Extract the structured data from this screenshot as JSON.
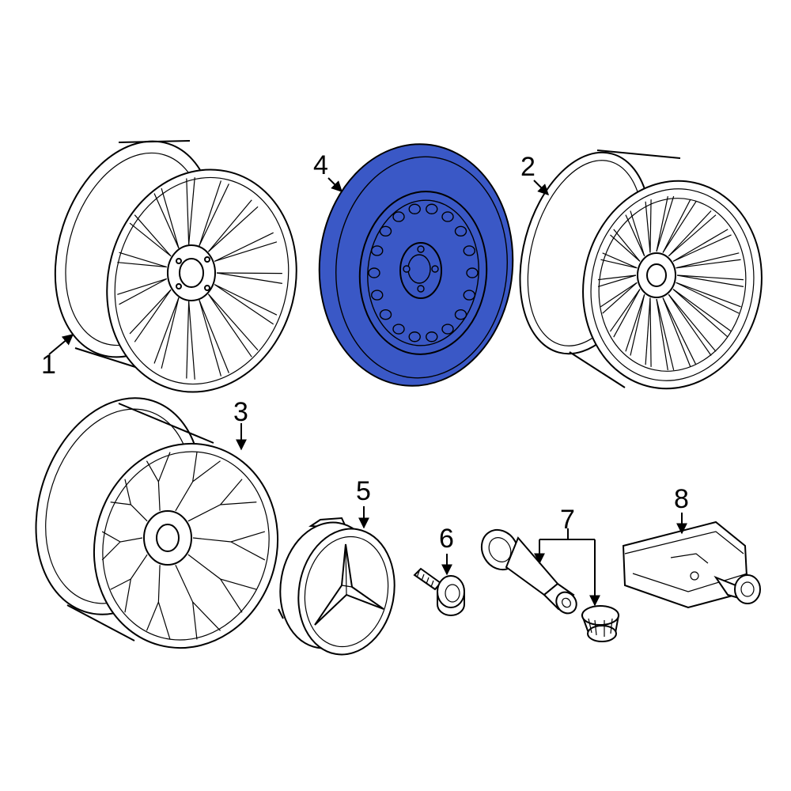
{
  "diagram": {
    "highlight_color": "#3a58c6",
    "callouts": [
      {
        "id": "1",
        "label": "1"
      },
      {
        "id": "2",
        "label": "2"
      },
      {
        "id": "3",
        "label": "3"
      },
      {
        "id": "4",
        "label": "4"
      },
      {
        "id": "5",
        "label": "5"
      },
      {
        "id": "6",
        "label": "6"
      },
      {
        "id": "7",
        "label": "7"
      },
      {
        "id": "8",
        "label": "8"
      }
    ]
  }
}
